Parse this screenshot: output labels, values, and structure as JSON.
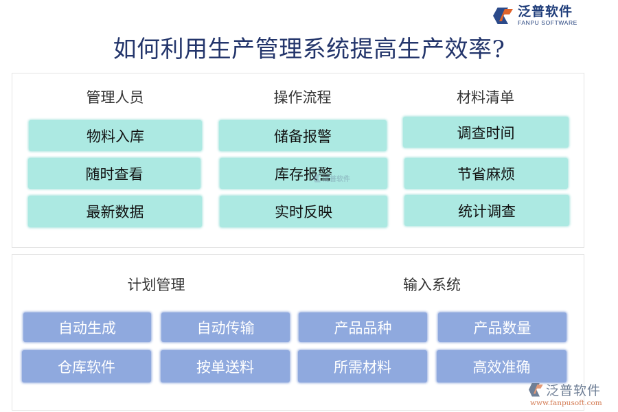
{
  "brand": {
    "name_cn": "泛普软件",
    "name_en": "FANPU SOFTWARE",
    "url": "www.fanpusoft.com",
    "colors": {
      "navy": "#1f3d7a",
      "orange": "#e0632a"
    }
  },
  "title": "如何利用生产管理系统提高生产效率?",
  "upper_panel": {
    "columns": [
      {
        "heading": "管理人员",
        "items": [
          "物料入库",
          "随时查看",
          "最新数据"
        ]
      },
      {
        "heading": "操作流程",
        "items": [
          "储备报警",
          "库存报警",
          "实时反映"
        ]
      },
      {
        "heading": "材料清单",
        "items": [
          "调查时间",
          "节省麻烦",
          "统计调查"
        ]
      }
    ],
    "box_color": "#ace9e2"
  },
  "lower_panel": {
    "groups": [
      {
        "heading": "计划管理",
        "items": [
          "自动生成",
          "自动传输",
          "仓库软件",
          "按单送料"
        ]
      },
      {
        "heading": "输入系统",
        "items": [
          "产品品种",
          "产品数量",
          "所需材料",
          "高效准确"
        ]
      }
    ],
    "box_color": "#8fa9de"
  },
  "watermark": {
    "text": "泛普软件"
  }
}
